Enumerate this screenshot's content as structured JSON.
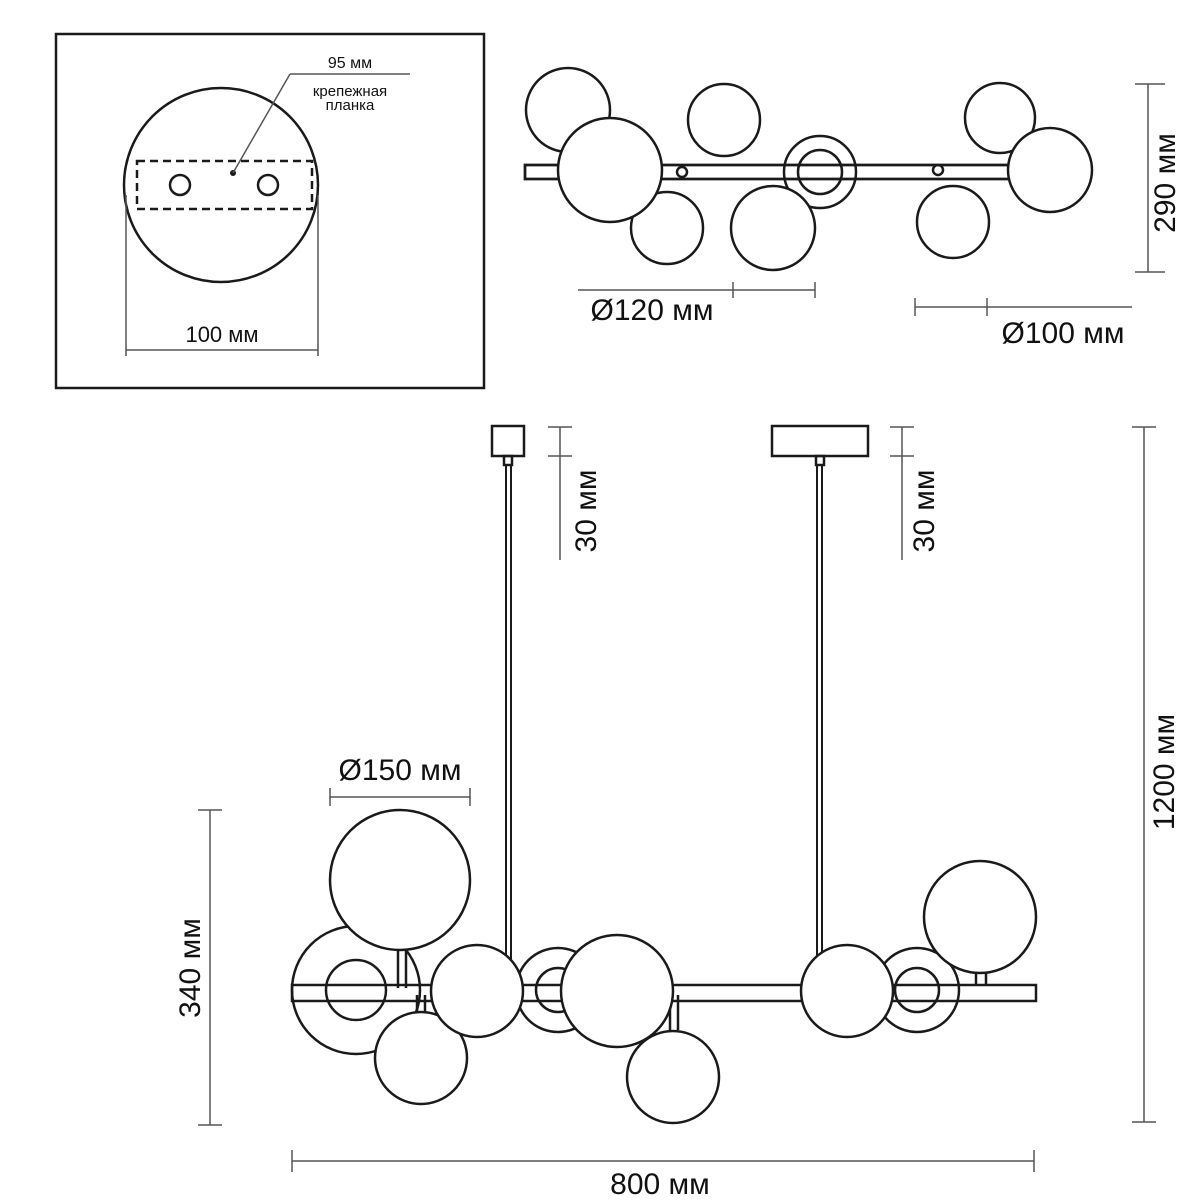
{
  "drawing": {
    "mount": {
      "dim_bracket": "95 мм",
      "bracket_label_line1": "крепежная",
      "bracket_label_line2": "планка",
      "dim_plate": "100 мм"
    },
    "top_view": {
      "dim_diam_medium": "Ø120 мм",
      "dim_diam_small": "Ø100 мм",
      "dim_depth": "290 мм"
    },
    "front_view": {
      "dim_canopy_left": "30 мм",
      "dim_canopy_right": "30 мм",
      "dim_total_height": "1200 мм",
      "dim_diam_large": "Ø150 мм",
      "dim_body_height": "340 мм",
      "dim_width": "800 мм"
    }
  }
}
